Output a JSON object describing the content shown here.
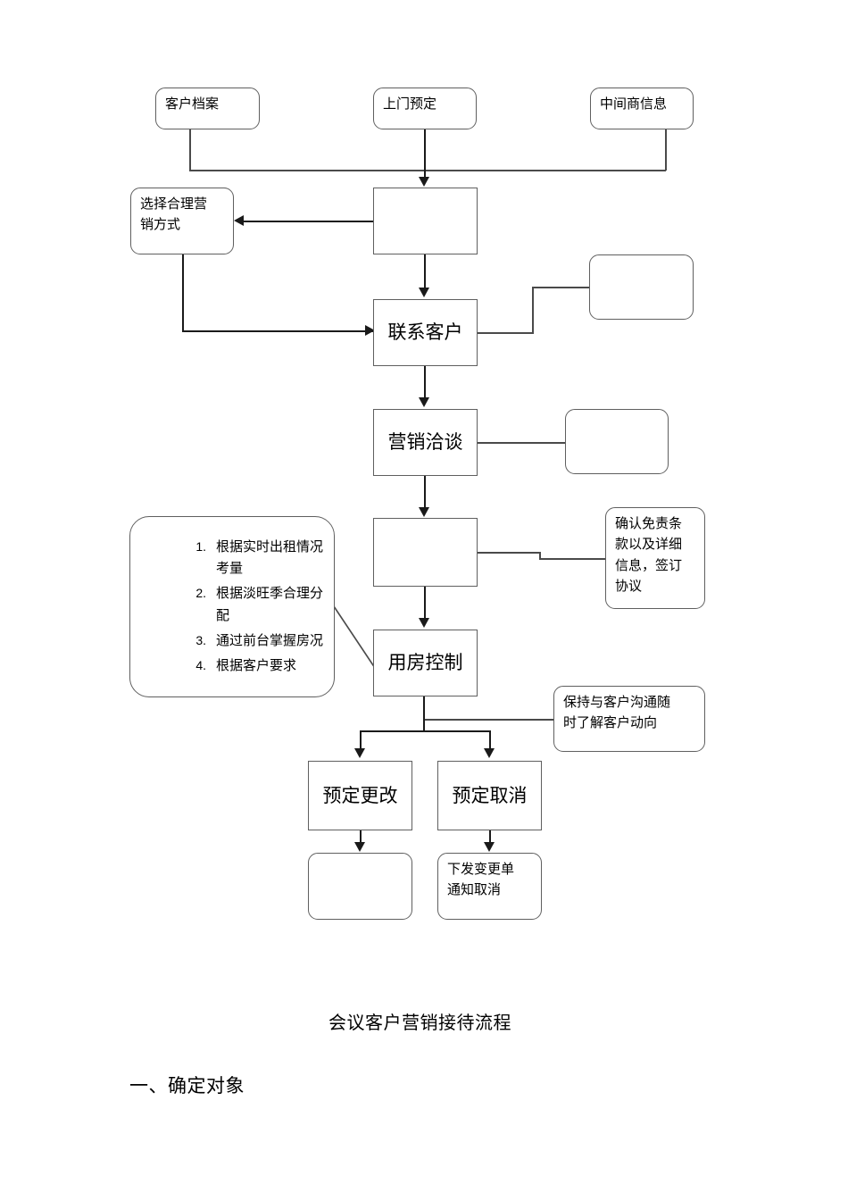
{
  "document": {
    "caption": "会议客户营销接待流程",
    "heading": "一、确定对象"
  },
  "flowchart": {
    "sources": [
      {
        "id": "customer-file",
        "label": "客户档案"
      },
      {
        "id": "walk-in-booking",
        "label": "上门预定"
      },
      {
        "id": "agent-info",
        "label": "中间商信息"
      }
    ],
    "nodes": {
      "collect": {
        "label": ""
      },
      "choose_marketing": {
        "label": "选择合理营\n销方式"
      },
      "contact_customer": {
        "label": "联系客户"
      },
      "contact_note": {
        "label": ""
      },
      "marketing_talk": {
        "label": "营销洽谈"
      },
      "marketing_note": {
        "label": ""
      },
      "sign_step": {
        "label": ""
      },
      "sign_note": {
        "label": "确认免责条\n款以及详细\n信息，签订\n协议"
      },
      "room_control": {
        "label": "用房控制"
      },
      "communication_note": {
        "label": "保持与客户沟通随\n时了解客户动向"
      },
      "booking_change": {
        "label": "预定更改"
      },
      "booking_cancel": {
        "label": "预定取消"
      },
      "change_result": {
        "label": ""
      },
      "cancel_result": {
        "label": "下发变更单\n通知取消"
      }
    },
    "criteria_list": {
      "items": [
        "根据实时出租情况考量",
        "根据淡旺季合理分配",
        "通过前台掌握房况",
        "根据客户要求"
      ]
    },
    "colors": {
      "node_border": "#5f5f5f",
      "connector": "#1a1a1a",
      "background": "#ffffff",
      "text": "#000000"
    }
  }
}
